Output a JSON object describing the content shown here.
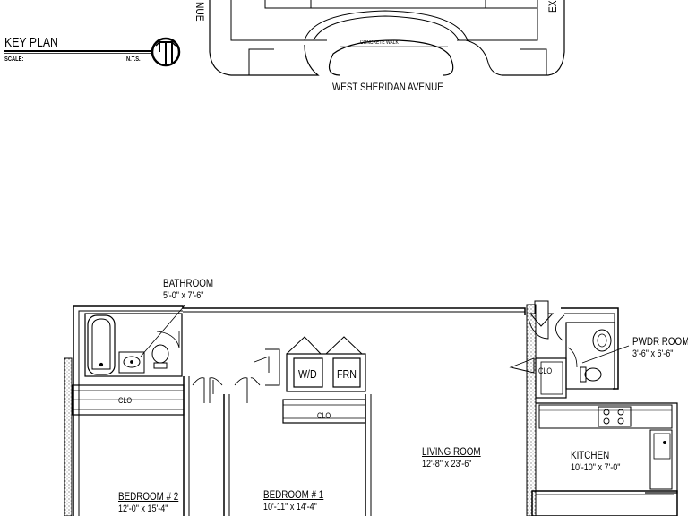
{
  "key_plan": {
    "title": "KEY PLAN",
    "scale_label": "SCALE:",
    "scale_value": "N.T.S.",
    "street_name": "WEST SHERIDAN AVENUE",
    "walk_label": "CONCRETE WALK",
    "left_street_fragment": "NUE",
    "right_street_fragment": "EX"
  },
  "rooms": {
    "bathroom": {
      "name": "BATHROOM",
      "dims": "5'-0\" x 7'-6\""
    },
    "pwdr_room": {
      "name": "PWDR ROOM",
      "dims": "3'-6\" x 6'-6\""
    },
    "living_room": {
      "name": "LIVING ROOM",
      "dims": "12'-8\" x 23'-6\""
    },
    "kitchen": {
      "name": "KITCHEN",
      "dims": "10'-10\" x 7'-0\""
    },
    "bedroom2": {
      "name": "BEDROOM # 2",
      "dims": "12'-0\" x 15'-4\""
    },
    "bedroom1": {
      "name": "BEDROOM # 1",
      "dims": "10'-11\" x 14'-4\""
    }
  },
  "fixtures": {
    "clo_bed2": "CLO",
    "clo_bed1": "CLO",
    "clo_hall": "CLO",
    "washer_dryer": "W/D",
    "furnace": "FRN"
  }
}
